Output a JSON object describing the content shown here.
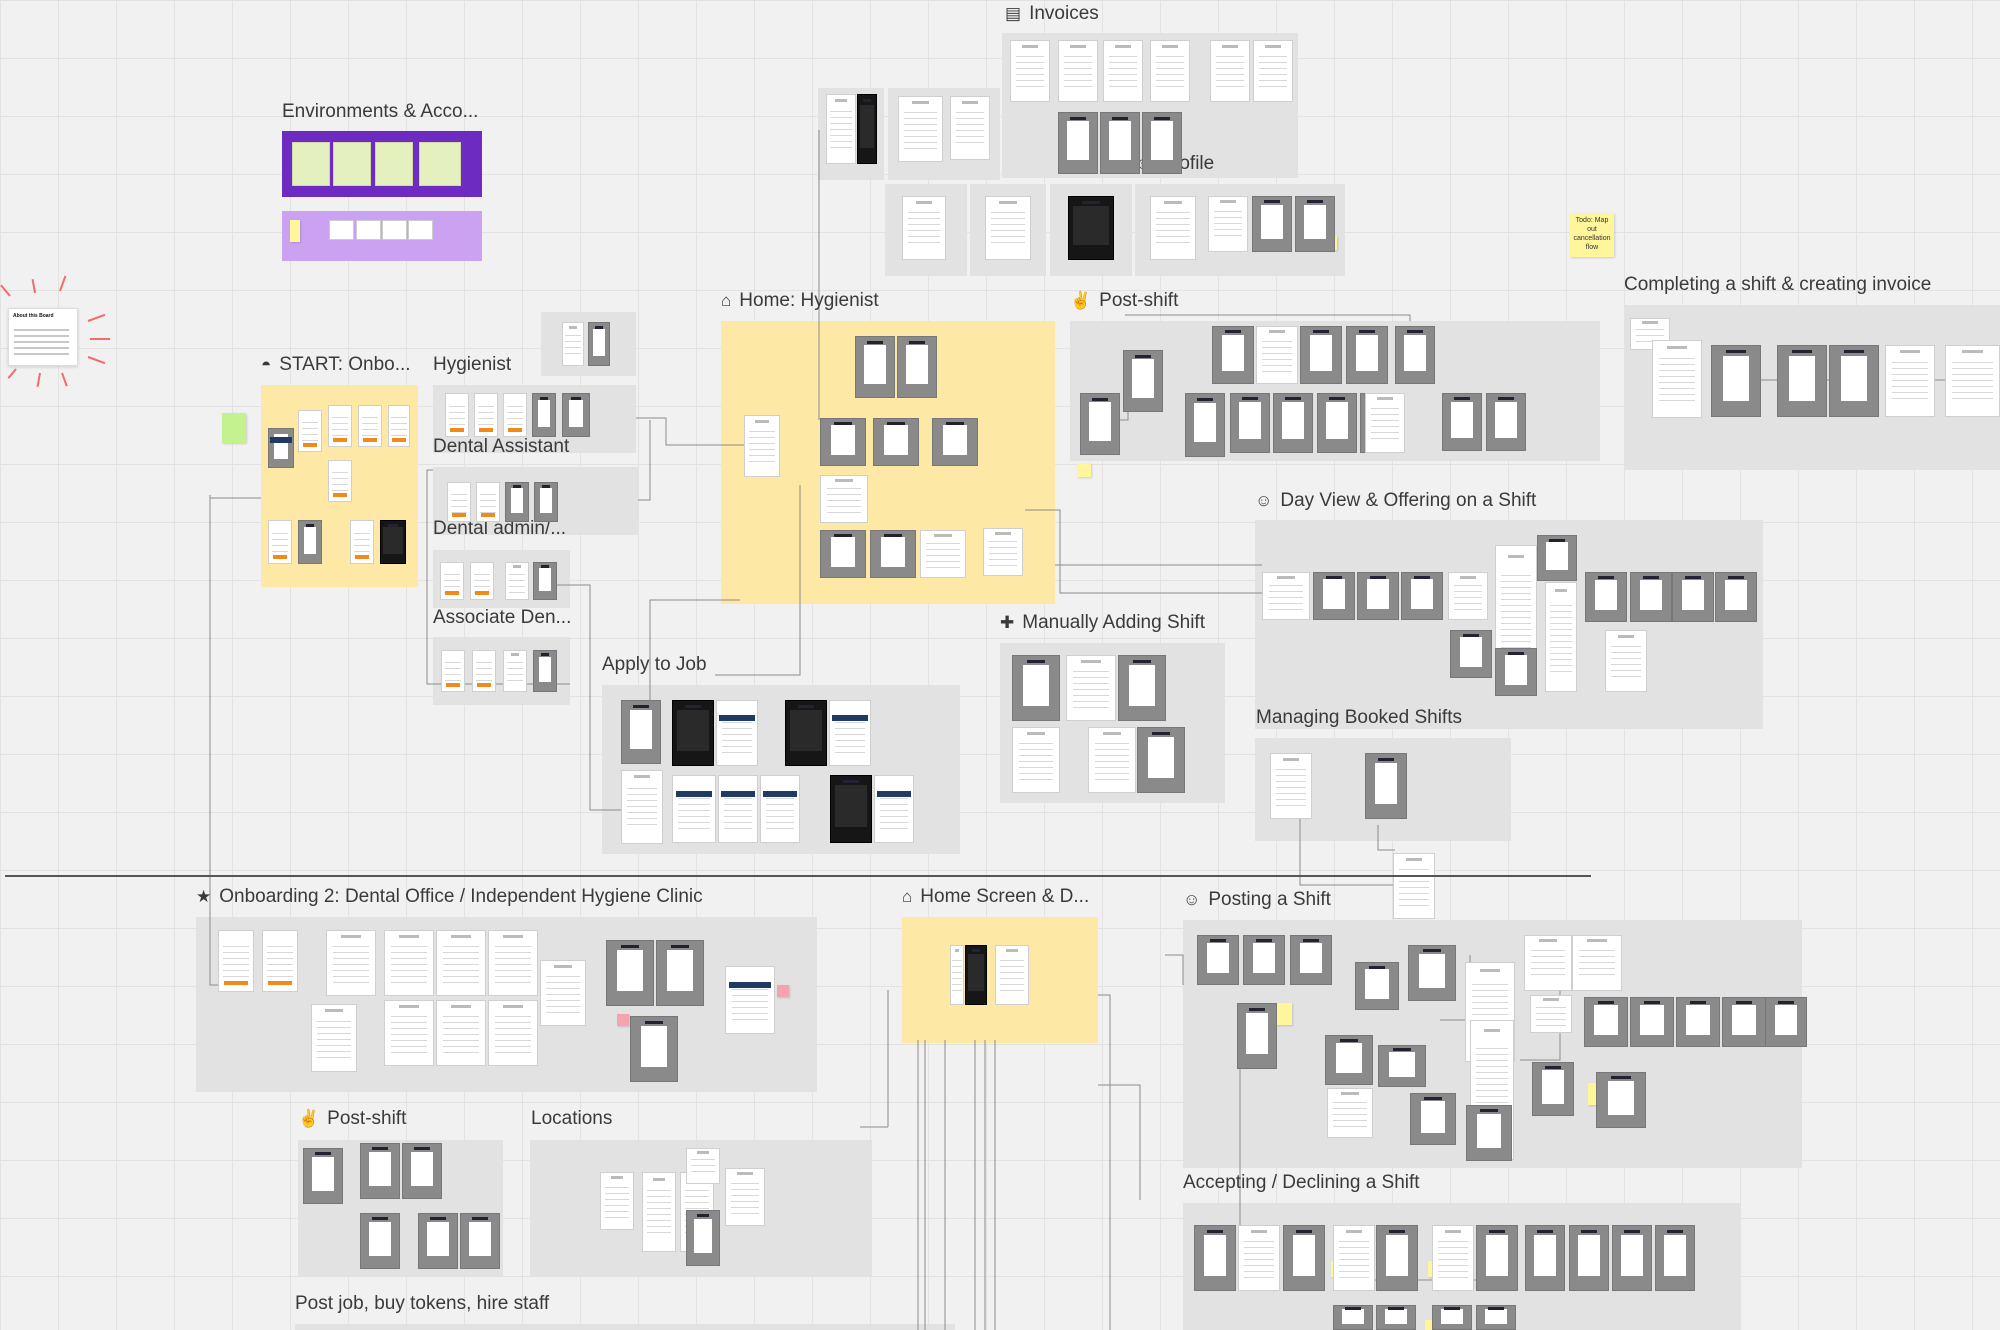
{
  "board": {
    "sections": {
      "invoices": {
        "title": "Invoices",
        "icon": "document-icon"
      },
      "environments": {
        "title": "Environments & Acco..."
      },
      "profile": {
        "title": "Profile",
        "icon": "person-emoji-icon"
      },
      "todo_note": {
        "text": "Todo: Map out cancellation flow"
      },
      "completing_shift": {
        "title": "Completing a shift & creating invoice"
      },
      "home_hygienist": {
        "title": "Home: Hygienist",
        "icon": "house-icon"
      },
      "post_shift_top": {
        "title": "Post-shift",
        "icon": "thumbs-up-down-icon"
      },
      "start_onboarding": {
        "title": "START: Onbo...",
        "icon": "hard-hat-icon"
      },
      "hygienist": {
        "title": "Hygienist"
      },
      "dental_assistant": {
        "title": "Dental Assistant"
      },
      "dental_admin": {
        "title": "Dental admin/..."
      },
      "associate_dentist": {
        "title": "Associate Den..."
      },
      "day_view": {
        "title": "Day View & Offering on a Shift",
        "icon": "person-emoji-icon"
      },
      "manually_adding": {
        "title": "Manually Adding Shift",
        "icon": "plus-icon"
      },
      "apply_to_job": {
        "title": "Apply to Job"
      },
      "managing_booked": {
        "title": "Managing Booked Shifts"
      },
      "onboarding_2": {
        "title": "Onboarding 2: Dental Office / Independent Hygiene Clinic",
        "icon": "star-icon"
      },
      "home_screen": {
        "title": "Home Screen & D...",
        "icon": "house-icon"
      },
      "posting_shift": {
        "title": "Posting a Shift",
        "icon": "person-emoji-icon"
      },
      "post_shift_bottom": {
        "title": "Post-shift",
        "icon": "thumbs-up-down-icon"
      },
      "locations": {
        "title": "Locations"
      },
      "accepting_declining": {
        "title": "Accepting / Declining a Shift"
      },
      "post_job": {
        "title": "Post job, buy tokens, hire staff"
      }
    },
    "about_card": {
      "title": "About this Board"
    },
    "colors": {
      "canvas": "#f1f1f1",
      "frame_grey": "#e2e2e2",
      "frame_yellow": "#fde9a5",
      "frame_purple": "#6d2bc2",
      "frame_lilac": "#cba2f2",
      "sticky_yellow": "#fff59a",
      "sticky_green": "#c4f28e",
      "accent_orange": "#f08a1c"
    }
  }
}
